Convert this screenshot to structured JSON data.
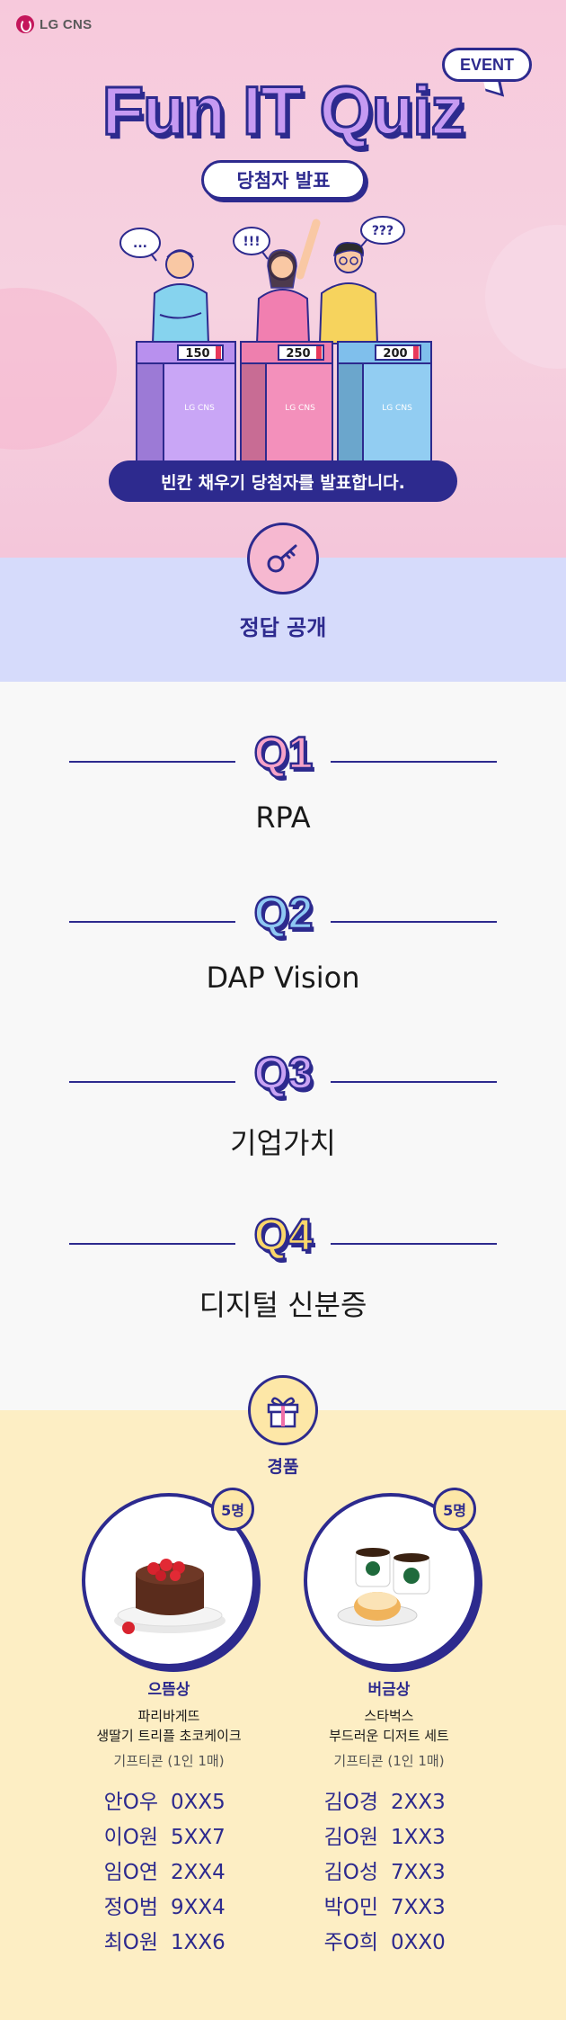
{
  "header": {
    "logo_text": "LG CNS",
    "event_badge": "EVENT",
    "title": "Fun IT Quiz",
    "subtitle": "당첨자 발표",
    "banner": "빈칸 채우기 당첨자를 발표합니다."
  },
  "characters": [
    {
      "speech": "...",
      "score": "150",
      "podium_logo": "LG CNS",
      "color": "#c9a6f6"
    },
    {
      "speech": "!!!",
      "score": "250",
      "podium_logo": "LG CNS",
      "color": "#f390bb"
    },
    {
      "speech": "???",
      "score": "200",
      "podium_logo": "LG CNS",
      "color": "#92cdf2"
    }
  ],
  "answers": {
    "title": "정답 공개",
    "items": [
      {
        "label": "Q1",
        "answer": "RPA",
        "color": "#f6a3c8"
      },
      {
        "label": "Q2",
        "answer": "DAP Vision",
        "color": "#8ec8f3"
      },
      {
        "label": "Q3",
        "answer": "기업가치",
        "color": "#c8a3f4"
      },
      {
        "label": "Q4",
        "answer": "디지털 신분증",
        "color": "#fbd76a"
      }
    ]
  },
  "prizes": {
    "title": "경품",
    "items": [
      {
        "count": "5명",
        "rank": "으뜸상",
        "brand": "파리바게뜨",
        "item": "생딸기 트리플 초코케이크",
        "type": "기프티콘 (1인 1매)",
        "winners": [
          {
            "name": "안O우",
            "code": "0XX5"
          },
          {
            "name": "이O원",
            "code": "5XX7"
          },
          {
            "name": "임O연",
            "code": "2XX4"
          },
          {
            "name": "정O범",
            "code": "9XX4"
          },
          {
            "name": "최O원",
            "code": "1XX6"
          }
        ]
      },
      {
        "count": "5명",
        "rank": "버금상",
        "brand": "스타벅스",
        "item": "부드러운 디저트 세트",
        "type": "기프티콘 (1인 1매)",
        "winners": [
          {
            "name": "김O경",
            "code": "2XX3"
          },
          {
            "name": "김O원",
            "code": "1XX3"
          },
          {
            "name": "김O성",
            "code": "7XX3"
          },
          {
            "name": "박O민",
            "code": "7XX3"
          },
          {
            "name": "주O희",
            "code": "0XX0"
          }
        ]
      }
    ]
  }
}
